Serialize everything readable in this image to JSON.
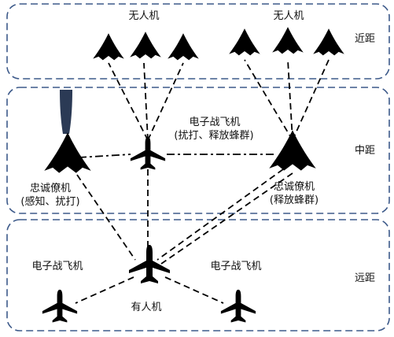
{
  "zones": {
    "near": "近距",
    "mid": "中距",
    "far": "远距"
  },
  "labels": {
    "uav_left": "无人机",
    "uav_right": "无人机",
    "ew_mid_line1": "电子战飞机",
    "ew_mid_line2": "(扰打、释放蜂群)",
    "wingman_left_line1": "忠诚僚机",
    "wingman_left_line2": "(感知、扰打)",
    "wingman_right_line1": "忠诚僚机",
    "wingman_right_line2": "(释放蜂群)",
    "ew_far_left": "电子战飞机",
    "ew_far_right": "电子战飞机",
    "manned": "有人机"
  },
  "colors": {
    "zone_border": "#3d5a8a",
    "aircraft": "#000000",
    "beam": "#2b3a55"
  }
}
